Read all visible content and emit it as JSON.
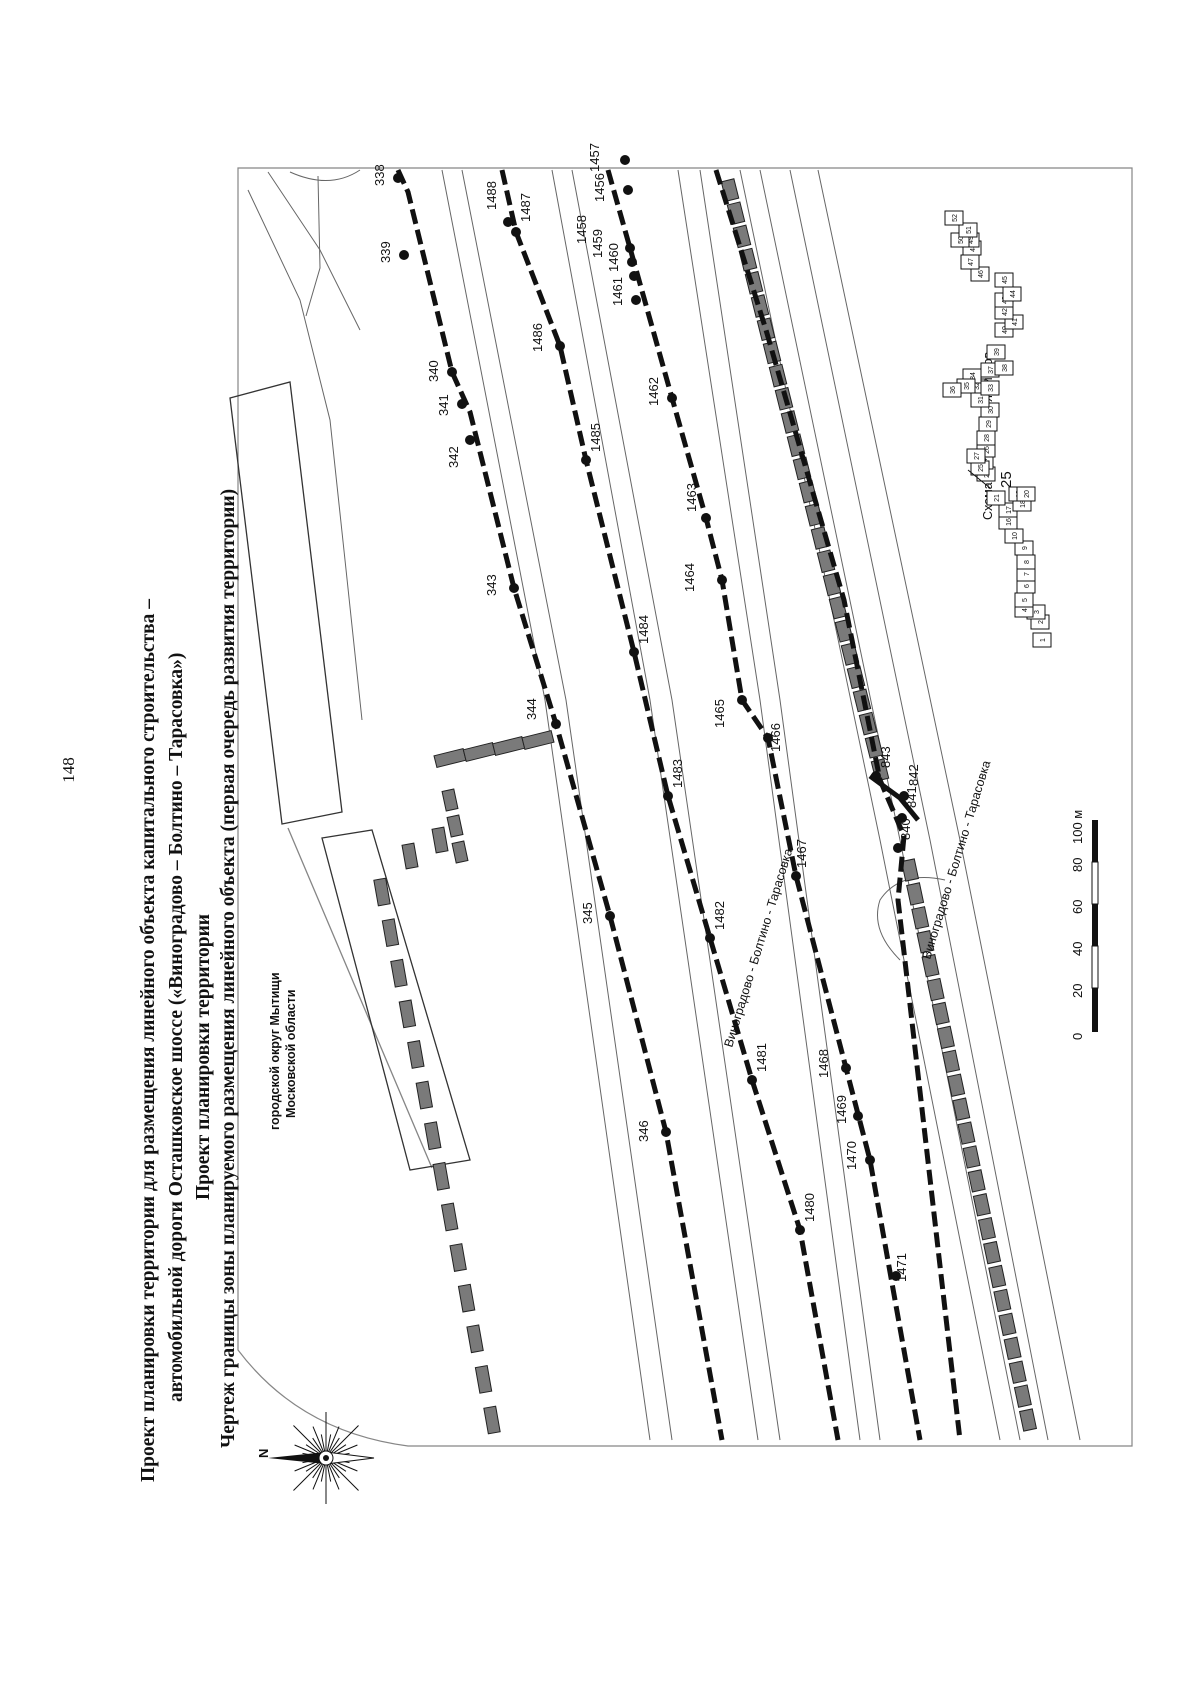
{
  "page_number": "148",
  "title": {
    "line1": "Проект планировки территории для размещения линейного объекта капитального строительства –",
    "line2": "автомобильной дороги Осташковское шоссе («Виноградово – Болтино – Тарасовка»)",
    "line3": "Проект планировки территории",
    "line4": "Чертеж границы зоны планируемого размещения линейного объекта (первая очередь развития территории)"
  },
  "district_label": {
    "line1": "городской округ Мытищи",
    "line2": "Московской области"
  },
  "north_label": "N",
  "road_label_1": "Виноградово - Болтино - Тарасовка",
  "road_label_2": "Виноградово - Болтино - Тарасовка",
  "scheme": {
    "title": "Схема расположения листов",
    "current_sheet": "25",
    "sheets": [
      "1",
      "2",
      "3",
      "4",
      "5",
      "6",
      "7",
      "8",
      "9",
      "10",
      "16",
      "17",
      "18",
      "19",
      "20",
      "21",
      "23",
      "24",
      "25",
      "26",
      "27",
      "28",
      "29",
      "30",
      "31",
      "32",
      "33",
      "34",
      "35",
      "36",
      "37",
      "38",
      "39",
      "40",
      "41",
      "42",
      "43",
      "44",
      "45",
      "46",
      "47",
      "48",
      "49",
      "50",
      "51",
      "52"
    ]
  },
  "scale": {
    "labels": [
      "0",
      "20",
      "40",
      "60",
      "80",
      "100 м"
    ]
  },
  "boundary_points": {
    "line_a": [
      "338",
      "339",
      "340",
      "341",
      "342",
      "343",
      "344",
      "345",
      "346"
    ],
    "line_b": [
      "1488",
      "1487",
      "1486",
      "1485",
      "1484",
      "1483",
      "1482",
      "1481",
      "1480"
    ],
    "line_c": [
      "1457",
      "1456",
      "1458",
      "1459",
      "1460",
      "1461",
      "1462",
      "1463",
      "1464",
      "1465",
      "1466",
      "1467",
      "1468",
      "1469",
      "1470",
      "1471"
    ],
    "line_d": [
      "843",
      "842",
      "841",
      "840"
    ]
  },
  "colors": {
    "boundary": "#111111",
    "building": "#7a7a7a",
    "ink": "#111111",
    "background": "#ffffff"
  }
}
